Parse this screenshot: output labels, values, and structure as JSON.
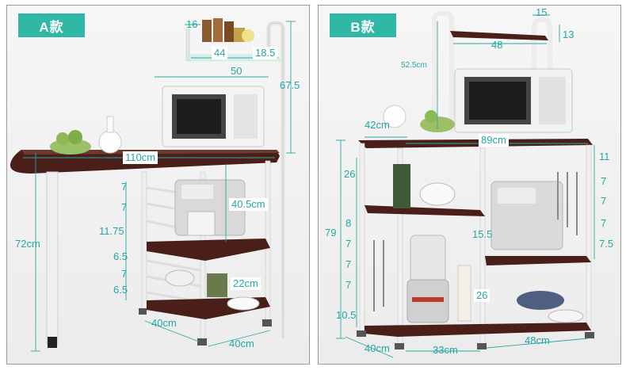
{
  "colors": {
    "accent": "#2fb8a6",
    "dimension": "#23a8a0",
    "wood": "#4a1f1a",
    "frame": "#f2f2f2"
  },
  "panel_a": {
    "label": "A款",
    "dims": {
      "top_width": "16",
      "top_shelf": "44",
      "top_height": "18.5",
      "mid_width": "50",
      "rack_height": "67.5",
      "table_width": "110cm",
      "g1": "7",
      "g2": "7",
      "g3": "11.75",
      "g4": "6.5",
      "g5": "7",
      "g6": "6.5",
      "side_height": "40.5cm",
      "leg_height": "72cm",
      "bottom_gap": "22cm",
      "depth": "40cm",
      "width": "40cm"
    }
  },
  "panel_b": {
    "label": "B款",
    "dims": {
      "top_depth": "15",
      "top_shelf": "48",
      "top_height": "13",
      "upright": "52.5cm",
      "left_width": "42cm",
      "main_width": "89cm",
      "r1": "11",
      "r2": "7",
      "r3": "7",
      "r4": "7",
      "r5": "7.5",
      "l1": "26",
      "total_height": "79",
      "l2": "8",
      "l3": "7",
      "l4": "7",
      "l5": "7",
      "l6": "10.5",
      "mid_gap": "15.5",
      "inner": "26",
      "depth": "40cm",
      "w1": "33cm",
      "w2": "48cm"
    }
  }
}
